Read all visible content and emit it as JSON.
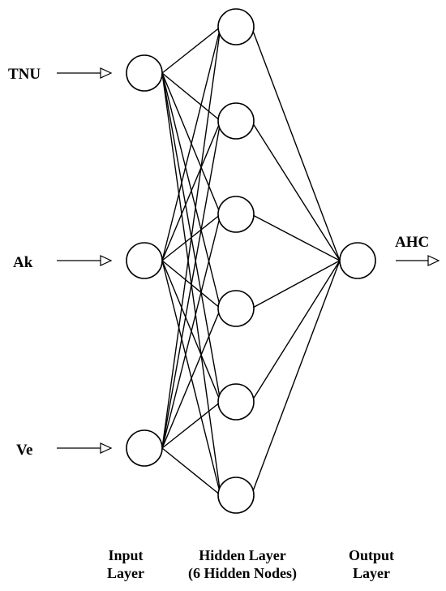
{
  "inputs": [
    "TNU",
    "Ak",
    "Ve"
  ],
  "output": "AHC",
  "layers": {
    "input": [
      "Input",
      "Layer"
    ],
    "hidden": [
      "Hidden Layer",
      "(6 Hidden Nodes)"
    ],
    "output": [
      "Output",
      "Layer"
    ]
  },
  "network": {
    "input_nodes": 3,
    "hidden_nodes": 6,
    "output_nodes": 1
  }
}
